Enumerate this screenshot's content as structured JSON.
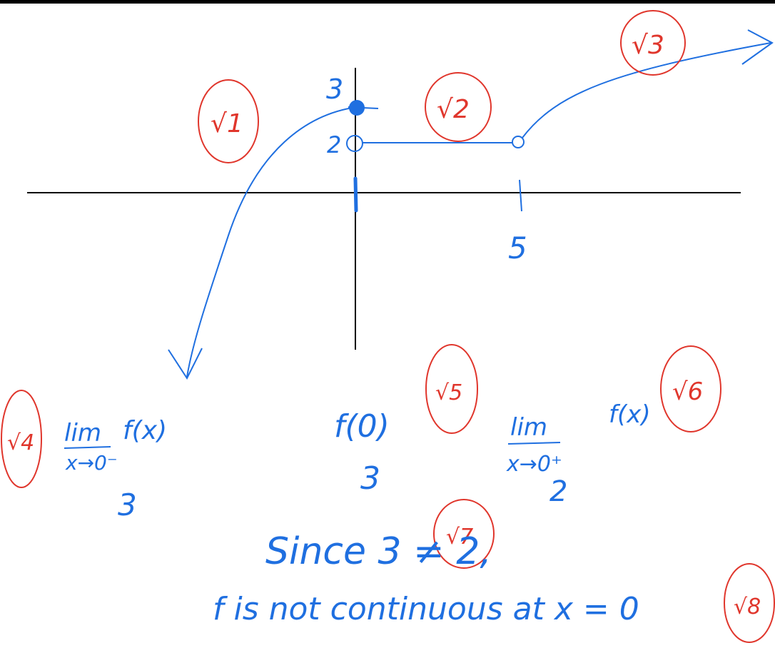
{
  "colors": {
    "background": "#ffffff",
    "axes": "#000000",
    "blue_ink": "#1f6fe0",
    "red_ink": "#e0362c"
  },
  "graph": {
    "y_tick_3": "3",
    "y_tick_2": "2",
    "x_tick_5": "5"
  },
  "checkmarks": [
    {
      "label": "√1"
    },
    {
      "label": "√2"
    },
    {
      "label": "√3"
    },
    {
      "label": "√4"
    },
    {
      "label": "√5"
    },
    {
      "label": "√6"
    },
    {
      "label": "√7"
    },
    {
      "label": "√8"
    }
  ],
  "limits": {
    "left": {
      "lim": "lim",
      "sub": "x→0⁻",
      "func": "f(x)",
      "value": "3"
    },
    "center": {
      "expr": "f(0)",
      "value": "3"
    },
    "right": {
      "lim": "lim",
      "sub": "x→0⁺",
      "func": "f(x)",
      "value": "2"
    }
  },
  "conclusion": {
    "line1": "Since 3 ≠ 2,",
    "line2": "f is not continuous at x = 0"
  }
}
